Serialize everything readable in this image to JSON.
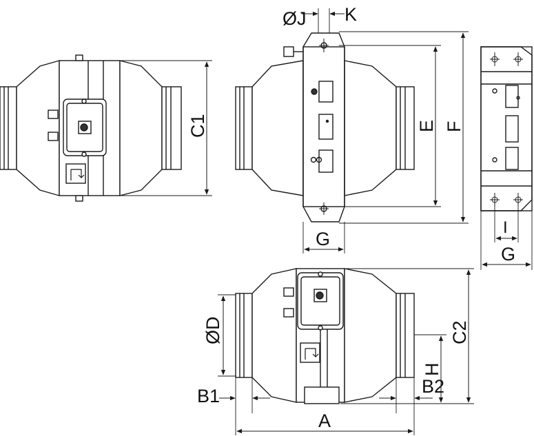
{
  "labels": {
    "c1": "C1",
    "e": "E",
    "f": "F",
    "g": "G",
    "g_side": "G",
    "j": "ØJ",
    "k": "K",
    "i": "I",
    "d": "ØD",
    "c2": "C2",
    "h": "H",
    "b1": "B1",
    "b2": "B2",
    "a": "A"
  },
  "colors": {
    "stroke": "#1a1a1a",
    "fill": "#ffffff",
    "hatch": "#9a9a9a"
  }
}
